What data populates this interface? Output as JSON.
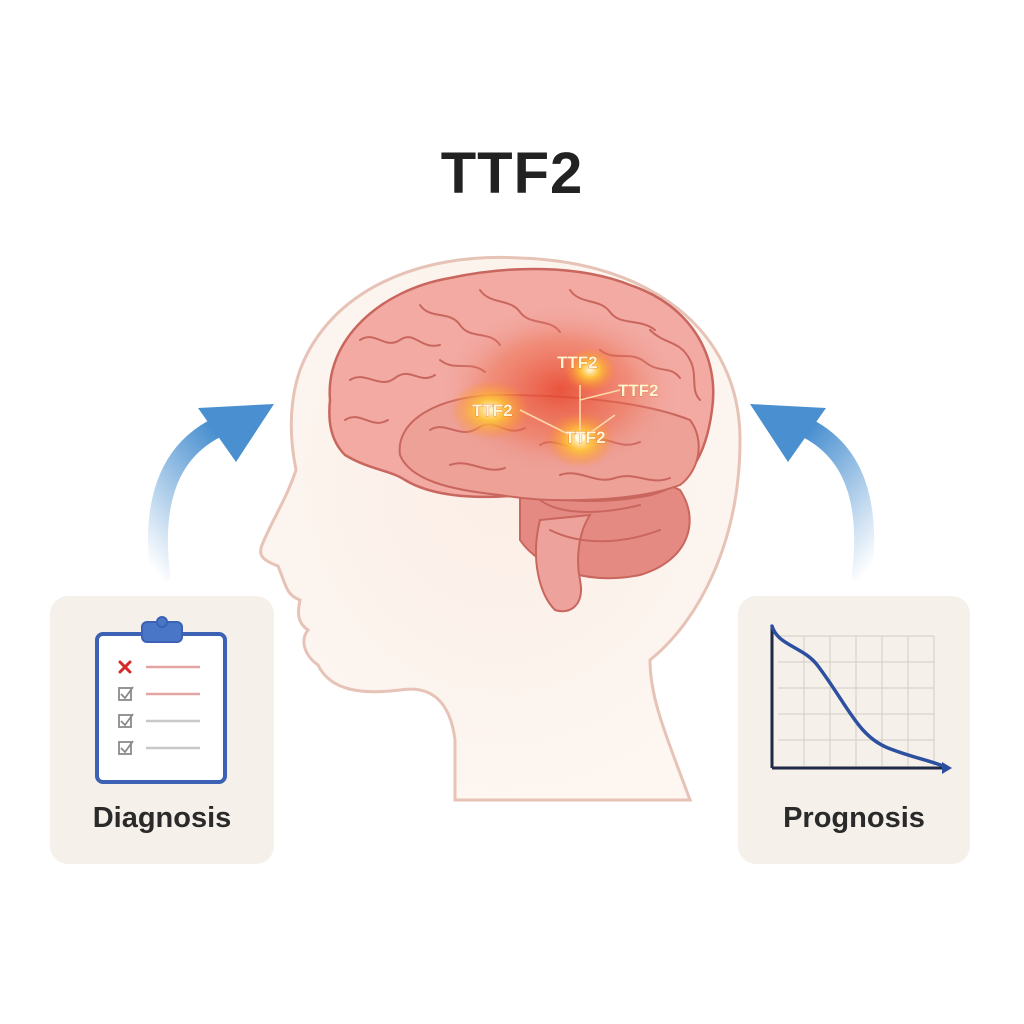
{
  "title": "TTF2",
  "brain_markers": [
    {
      "label": "TTF2"
    },
    {
      "label": "TTF2"
    },
    {
      "label": "TTF2"
    },
    {
      "label": "TTF2"
    }
  ],
  "diagnosis": {
    "label": "Diagnosis",
    "icon": "clipboard-checklist-icon"
  },
  "prognosis": {
    "label": "Prognosis",
    "icon": "declining-curve-chart-icon"
  },
  "colors": {
    "arrow": "#4a90d0",
    "brain": "#f0a09a",
    "hotspot": "#e8442a",
    "card_bg": "#f6f0ea",
    "clipboard": "#3b62b4",
    "curve": "#2d4fa0"
  }
}
